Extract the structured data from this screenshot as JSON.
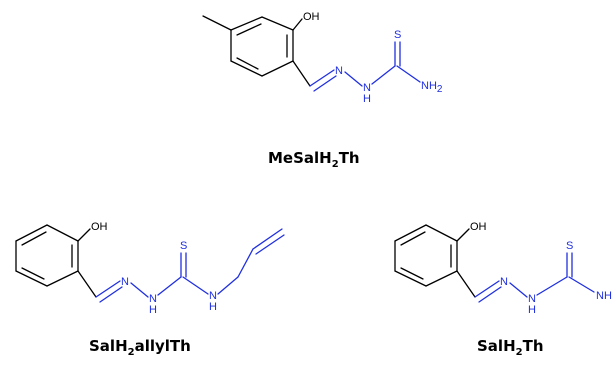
{
  "atoms": {
    "oh": "OH",
    "s": "S",
    "n": "N",
    "h": "H",
    "nh2_n": "NH",
    "nh2_sub": "2",
    "nh_cut": "NH"
  },
  "molecules": [
    {
      "name_pre": "MeSalH",
      "name_sub": "2",
      "name_post": "Th"
    },
    {
      "name_pre": "SalH",
      "name_sub": "2",
      "name_post": "allylTh"
    },
    {
      "name_pre": "SalH",
      "name_sub": "2",
      "name_post": "Th"
    }
  ],
  "colors": {
    "carbon_bond": "#000000",
    "heteroatom": "#1f2fe0"
  }
}
